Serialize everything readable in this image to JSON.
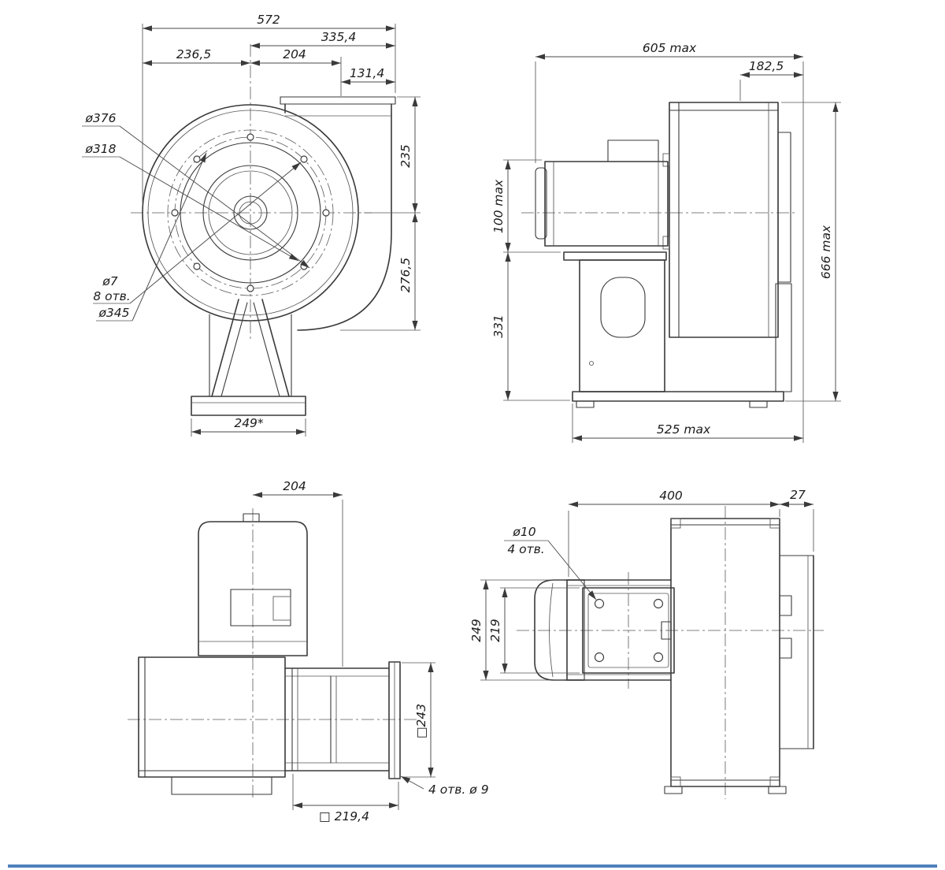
{
  "page": {
    "background": "#ffffff",
    "rule_color": "#4f81bd"
  },
  "front_view": {
    "w572": "572",
    "w335": "335,4",
    "w236": "236,5",
    "w204": "204",
    "w131": "131,4",
    "d376": "ø376",
    "d318": "ø318",
    "h235": "235",
    "h276": "276,5",
    "d7": "ø7",
    "holes8": "8 отв.",
    "d345": "ø345",
    "base249": "249*"
  },
  "side_view": {
    "w605": "605 max",
    "w182": "182,5",
    "h100": "100 max",
    "h331": "331",
    "h666": "666 max",
    "w525": "525 max"
  },
  "bottom_view": {
    "w204": "204",
    "h243": "□243",
    "w2194": "□ 219,4",
    "holes": "4 отв. ø 9"
  },
  "top_view": {
    "w400": "400",
    "w27": "27",
    "d10": "ø10",
    "holes4": "4 отв.",
    "h249": "249",
    "h219": "219"
  }
}
